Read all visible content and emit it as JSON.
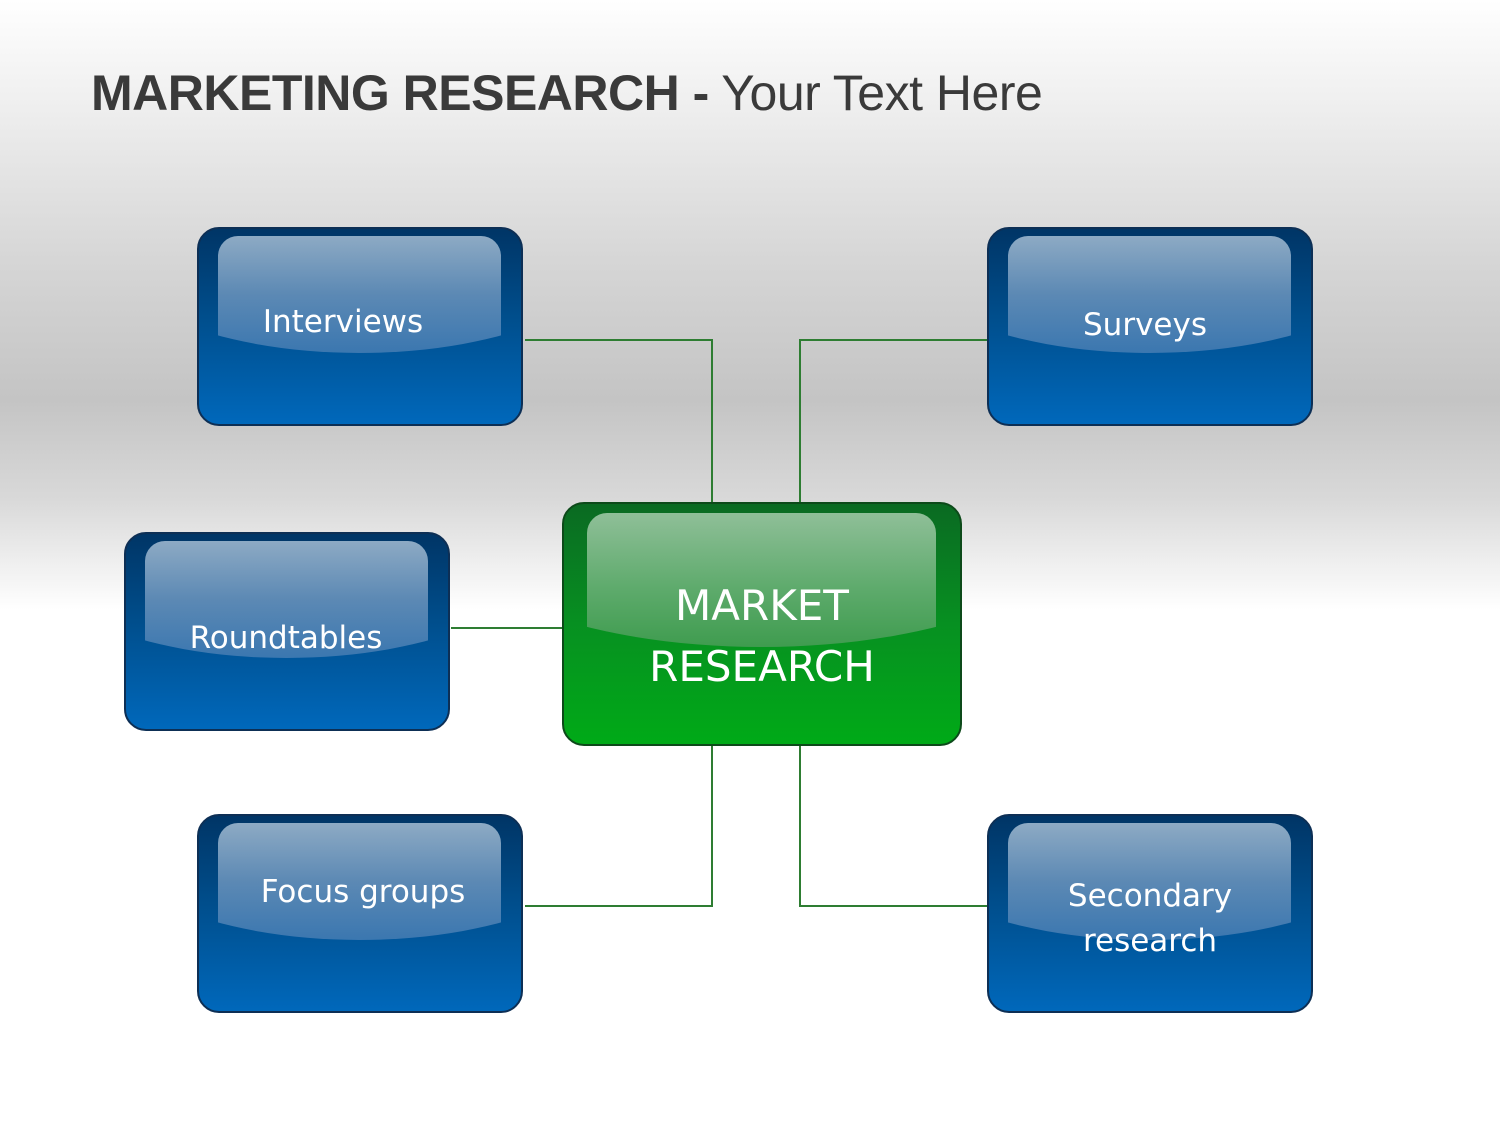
{
  "title": {
    "bold": "MARKETING RESEARCH -",
    "light": "Your Text Here"
  },
  "center": {
    "line1": "MARKET",
    "line2": "RESEARCH"
  },
  "nodes": {
    "interviews": "Interviews",
    "surveys": "Surveys",
    "roundtables": "Roundtables",
    "focus_groups": "Focus groups",
    "secondary_line1": "Secondary",
    "secondary_line2": "research"
  },
  "colors": {
    "node_blue": "#0068bb",
    "center_green": "#00aa17",
    "connector": "#2e7d32",
    "title": "#3a3a3a"
  }
}
